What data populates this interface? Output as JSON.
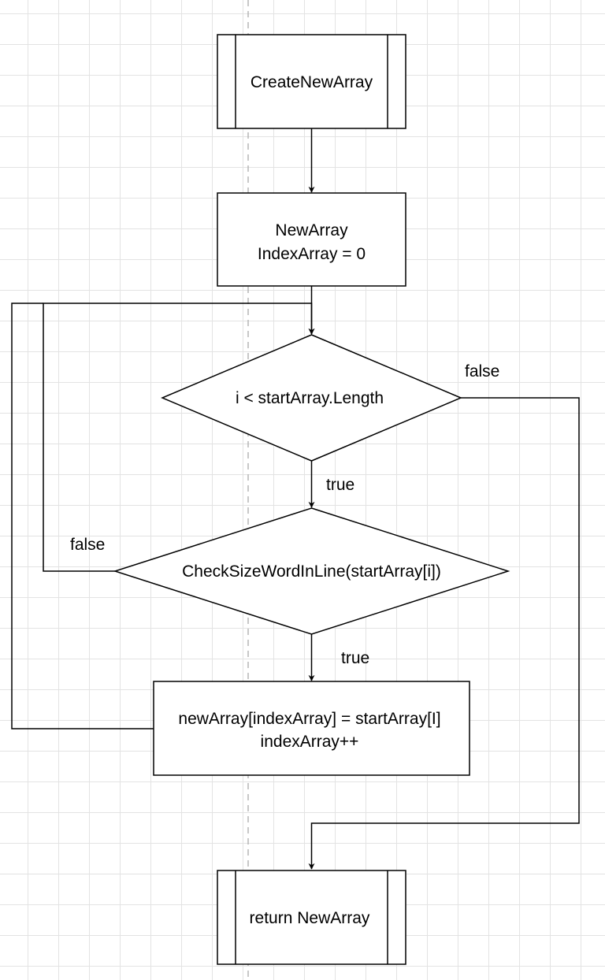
{
  "flowchart": {
    "start": {
      "label": "CreateNewArray"
    },
    "init": {
      "line1": "NewArray",
      "line2": "IndexArray = 0"
    },
    "loop_condition": {
      "label": "i < startArray.Length"
    },
    "check_condition": {
      "label": "CheckSizeWordInLine(startArray[i])"
    },
    "assign": {
      "line1": "newArray[indexArray] = startArray[I]",
      "line2": "indexArray++"
    },
    "end": {
      "label": "return NewArray"
    },
    "edges": {
      "loop_false": "false",
      "loop_true": "true",
      "check_false": "false",
      "check_true": "true"
    }
  },
  "colors": {
    "stroke": "#000000",
    "fill": "#ffffff",
    "grid": "#e3e3e3",
    "page_guide": "#b5b5b5"
  }
}
